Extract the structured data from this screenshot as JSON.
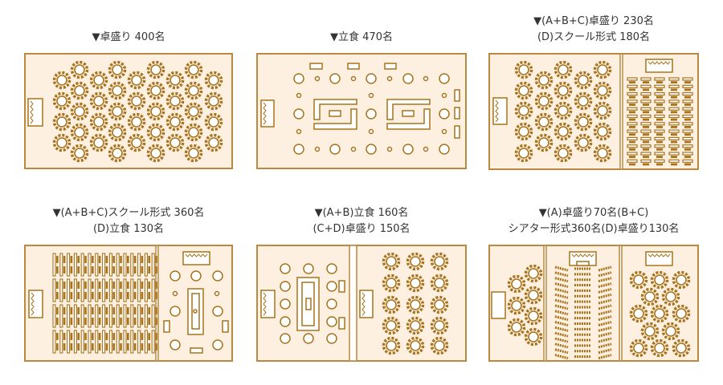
{
  "colors": {
    "room_bg": "#fdf0e0",
    "border": "#b8893f",
    "furniture": "#a8731c"
  },
  "layouts": [
    {
      "lines": [
        "▼卓盛り 400名"
      ]
    },
    {
      "lines": [
        "▼立食 470名"
      ]
    },
    {
      "lines": [
        "▼(A+B+C)卓盛り 230名",
        "(D)スクール形式 180名"
      ]
    },
    {
      "lines": [
        "▼(A+B+C)スクール形式 360名",
        "(D)立食 130名"
      ]
    },
    {
      "lines": [
        "▼(A+B)立食 160名",
        "(C+D)卓盛り 150名"
      ]
    },
    {
      "lines": [
        "▼(A)卓盛り70名(B+C)",
        "シアター形式360名(D)卓盛り130名"
      ]
    }
  ]
}
